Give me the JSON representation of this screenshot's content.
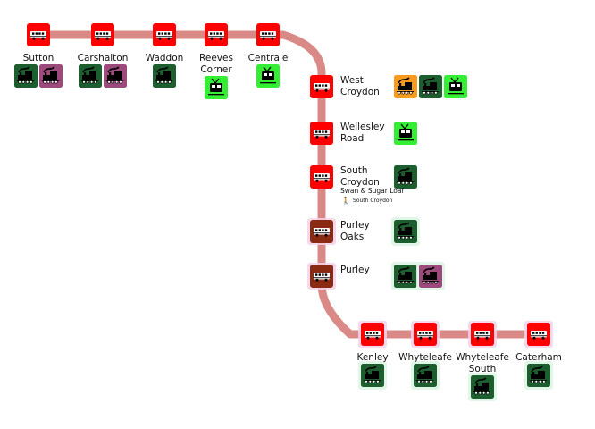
{
  "stations": [
    {
      "id": "sutton",
      "name_lines": [
        "Sutton"
      ],
      "bus_color": "#ff0000",
      "halo": false,
      "connections": [
        {
          "mode": "rail",
          "color": "#1d5e2f"
        },
        {
          "mode": "rail",
          "color": "#9c4a7b"
        }
      ]
    },
    {
      "id": "carshalton",
      "name_lines": [
        "Carshalton"
      ],
      "bus_color": "#ff0000",
      "halo": false,
      "connections": [
        {
          "mode": "rail",
          "color": "#1d5e2f"
        },
        {
          "mode": "rail",
          "color": "#9c4a7b"
        }
      ]
    },
    {
      "id": "waddon",
      "name_lines": [
        "Waddon"
      ],
      "bus_color": "#ff0000",
      "halo": false,
      "connections": [
        {
          "mode": "rail",
          "color": "#1d5e2f"
        }
      ]
    },
    {
      "id": "reeves-corner",
      "name_lines": [
        "Reeves",
        "Corner"
      ],
      "bus_color": "#ff0000",
      "halo": false,
      "connections": [
        {
          "mode": "tram",
          "color": "#33ee33"
        }
      ]
    },
    {
      "id": "centrale",
      "name_lines": [
        "Centrale"
      ],
      "bus_color": "#ff0000",
      "halo": false,
      "connections": [
        {
          "mode": "tram",
          "color": "#33ee33"
        }
      ]
    },
    {
      "id": "west-croydon",
      "name_lines": [
        "West",
        "Croydon"
      ],
      "bus_color": "#ff0000",
      "halo": false,
      "connections": [
        {
          "mode": "rail",
          "color": "#f79a1e"
        },
        {
          "mode": "rail",
          "color": "#1d5e2f"
        },
        {
          "mode": "tram",
          "color": "#33ee33"
        }
      ]
    },
    {
      "id": "wellesley-road",
      "name_lines": [
        "Wellesley",
        "Road"
      ],
      "bus_color": "#ff0000",
      "halo": false,
      "connections": [
        {
          "mode": "tram",
          "color": "#33ee33"
        }
      ]
    },
    {
      "id": "south-croydon",
      "name_lines": [
        "South",
        "Croydon"
      ],
      "bus_color": "#ff0000",
      "halo": false,
      "connections": [
        {
          "mode": "rail",
          "color": "#1d5e2f"
        }
      ],
      "sub_lines": [
        "Swan & Sugar Loaf",
        "South Croydon"
      ]
    },
    {
      "id": "purley-oaks",
      "name_lines": [
        "Purley",
        "Oaks"
      ],
      "bus_color": "#8b2a12",
      "halo": true,
      "connections": [
        {
          "mode": "rail",
          "color": "#1d5e2f"
        }
      ]
    },
    {
      "id": "purley",
      "name_lines": [
        "Purley"
      ],
      "bus_color": "#8b2a12",
      "halo": true,
      "connections": [
        {
          "mode": "rail",
          "color": "#1d5e2f"
        },
        {
          "mode": "rail",
          "color": "#9c4a7b"
        }
      ]
    },
    {
      "id": "kenley",
      "name_lines": [
        "Kenley"
      ],
      "bus_color": "#ff0000",
      "halo": true,
      "connections": [
        {
          "mode": "rail",
          "color": "#1d5e2f"
        }
      ]
    },
    {
      "id": "whyteleafe",
      "name_lines": [
        "Whyteleafe"
      ],
      "bus_color": "#ff0000",
      "halo": true,
      "connections": [
        {
          "mode": "rail",
          "color": "#1d5e2f"
        }
      ]
    },
    {
      "id": "whyteleafe-south",
      "name_lines": [
        "Whyteleafe",
        "South"
      ],
      "bus_color": "#ff0000",
      "halo": true,
      "connections": [
        {
          "mode": "rail",
          "color": "#1d5e2f"
        }
      ]
    },
    {
      "id": "caterham",
      "name_lines": [
        "Caterham"
      ],
      "bus_color": "#ff0000",
      "halo": true,
      "connections": [
        {
          "mode": "rail",
          "color": "#1d5e2f"
        }
      ]
    }
  ],
  "colors": {
    "route_line": "#d98a87",
    "halo_pink": "#f4d2ea",
    "halo_green": "#dff5e6",
    "icon_white": "#ffffff",
    "icon_black": "#000000"
  }
}
